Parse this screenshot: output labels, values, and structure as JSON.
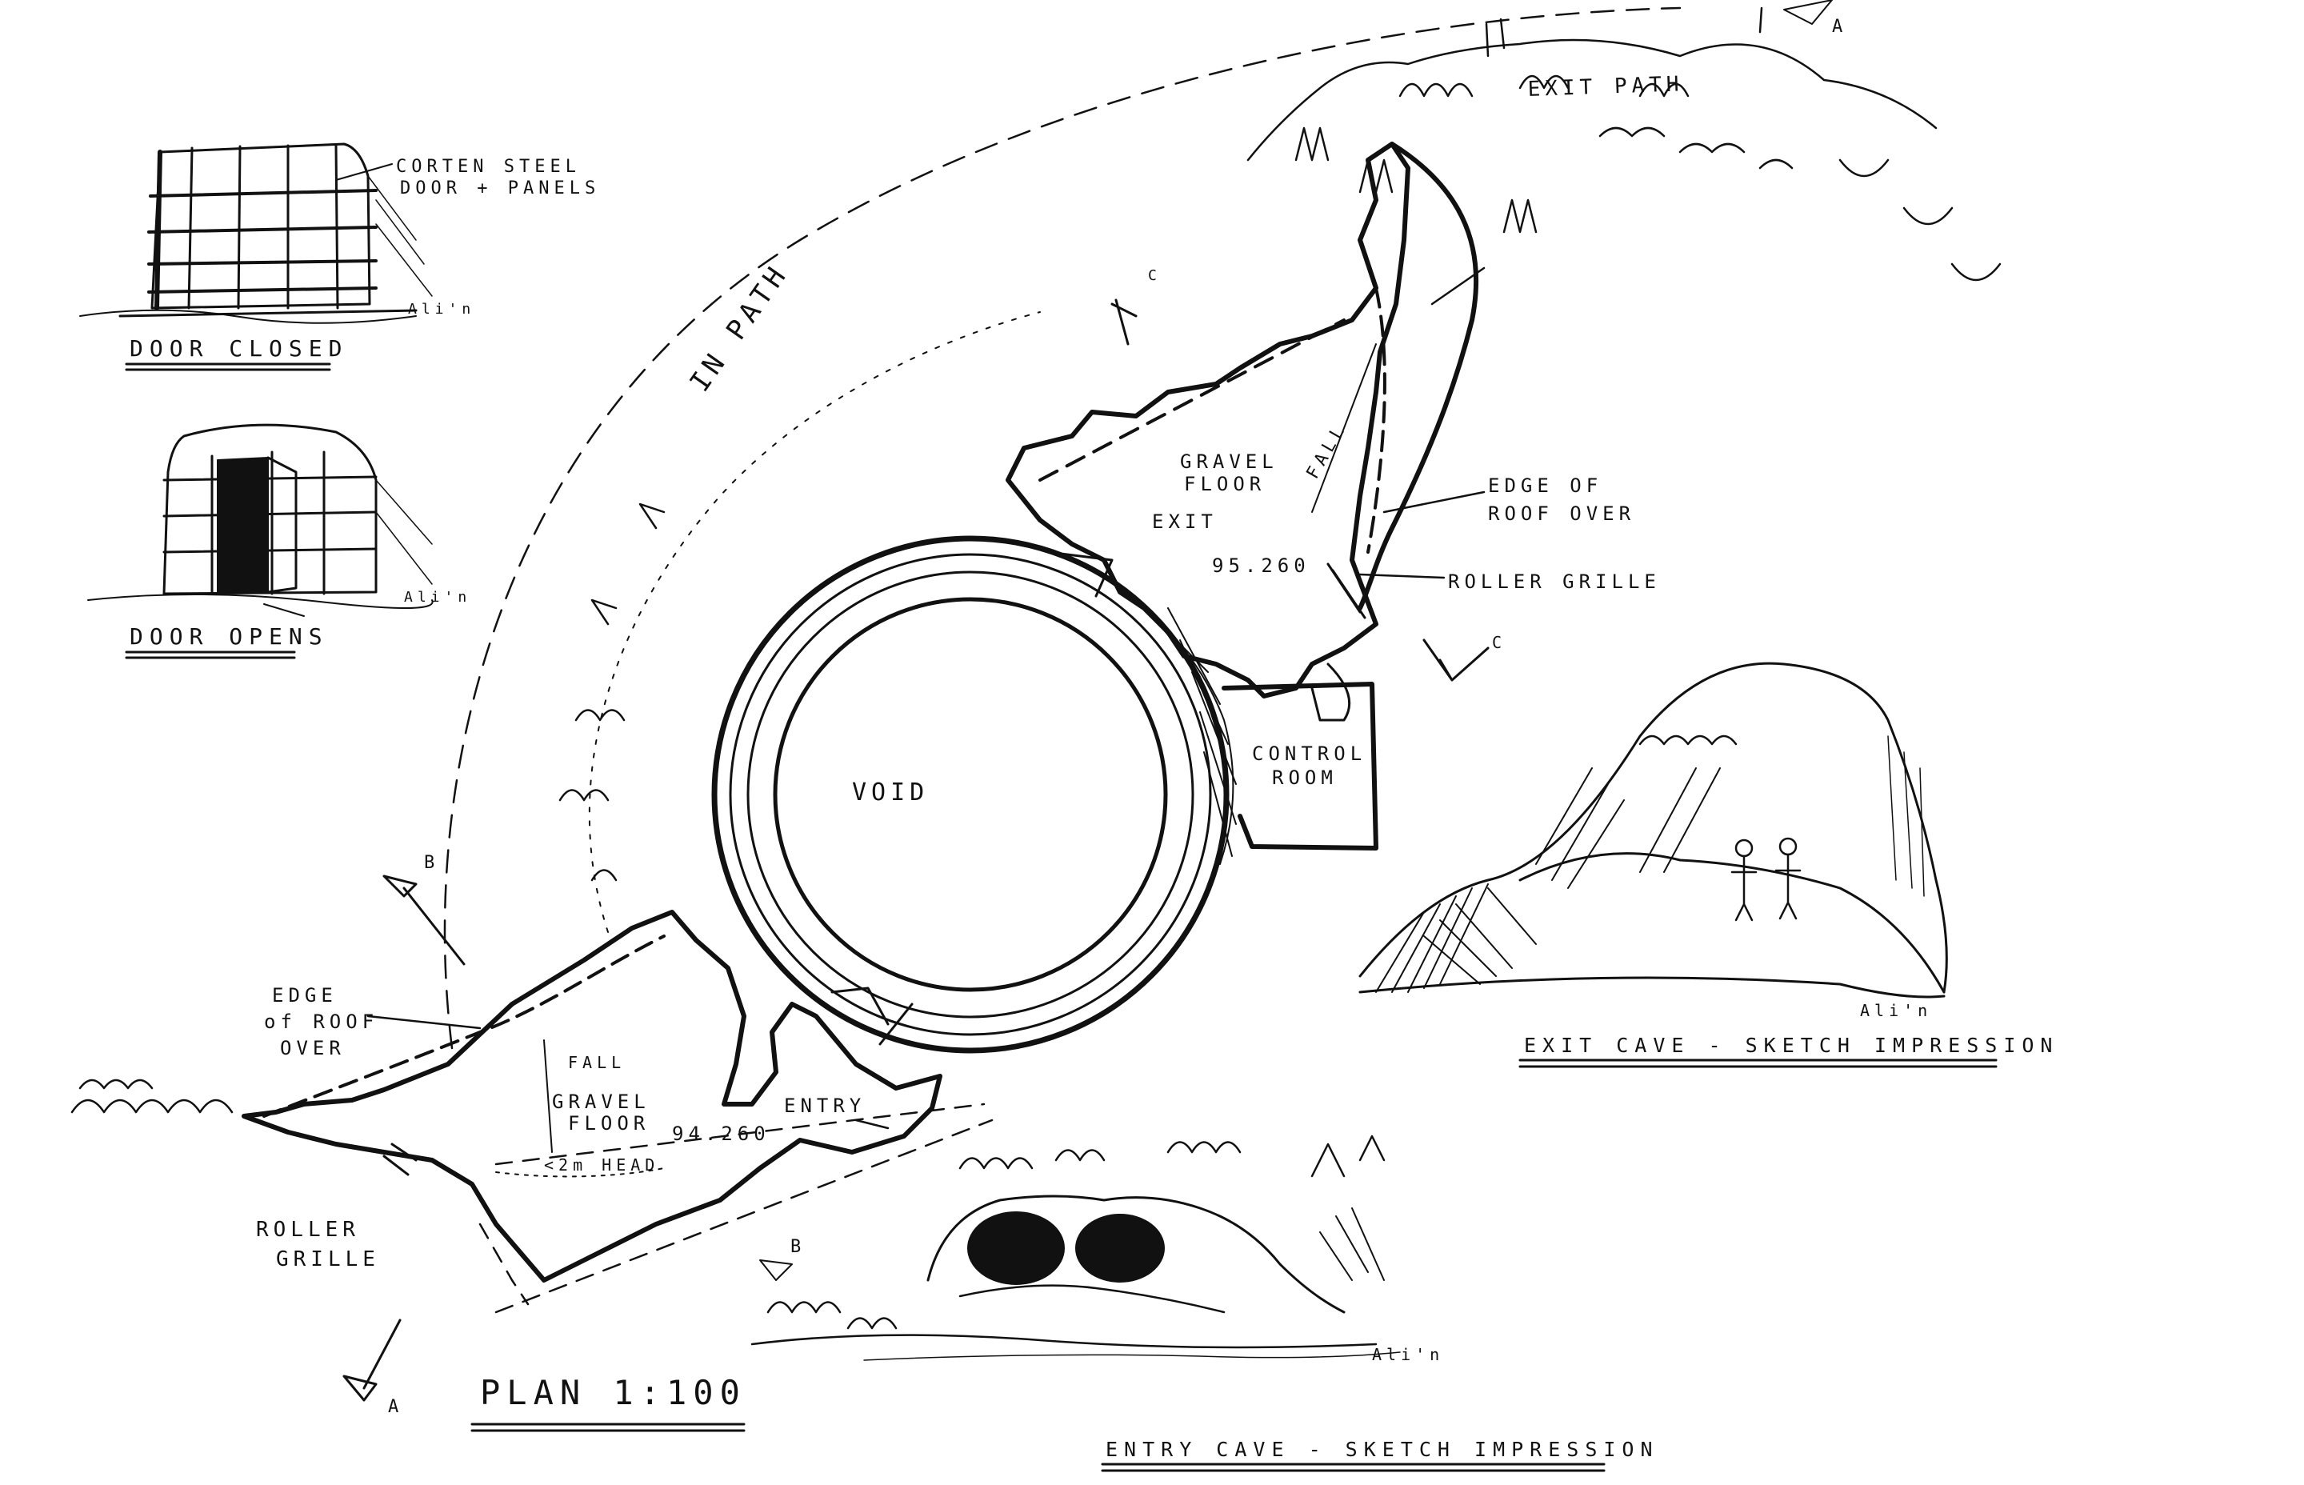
{
  "plan": {
    "title": "PLAN 1:100",
    "void": "VOID",
    "in_path": "IN PATH",
    "exit_path": "EXIT PATH",
    "exit": "EXIT",
    "entry": "ENTRY",
    "control_room": [
      "CONTROL",
      "ROOM"
    ],
    "gravel_floor_exit": [
      "GRAVEL",
      "FLOOR"
    ],
    "gravel_floor_entry": [
      "GRAVEL",
      "FLOOR"
    ],
    "fall_exit": "FALL",
    "fall_entry": "FALL",
    "level_exit": "95.260",
    "level_entry": "94.260",
    "head_height": "<2m HEAD",
    "edge_roof_right": [
      "EDGE OF",
      "ROOF OVER"
    ],
    "edge_roof_left": [
      "EDGE",
      "of ROOF",
      "OVER"
    ],
    "roller_grille_right": "ROLLER GRILLE",
    "roller_grille_left": [
      "ROLLER",
      "GRILLE"
    ],
    "section_markers": {
      "a_top": "A",
      "a_bottom": "A",
      "b_left": "B",
      "b_bottom": "B",
      "c_top": "C",
      "c_right": "C"
    }
  },
  "door_closed": {
    "label": "DOOR CLOSED",
    "note": [
      "CORTEN STEEL",
      "DOOR + PANELS"
    ],
    "signature": "Ali'n"
  },
  "door_opens": {
    "label": "DOOR OPENS",
    "signature": "Ali'n"
  },
  "exit_cave": {
    "label": "EXIT CAVE - SKETCH IMPRESSION",
    "signature": "Ali'n"
  },
  "entry_cave": {
    "label": "ENTRY CAVE - SKETCH IMPRESSION",
    "signature": "Ali'n"
  },
  "colors": {
    "ink": "#111111",
    "paper": "#ffffff"
  }
}
